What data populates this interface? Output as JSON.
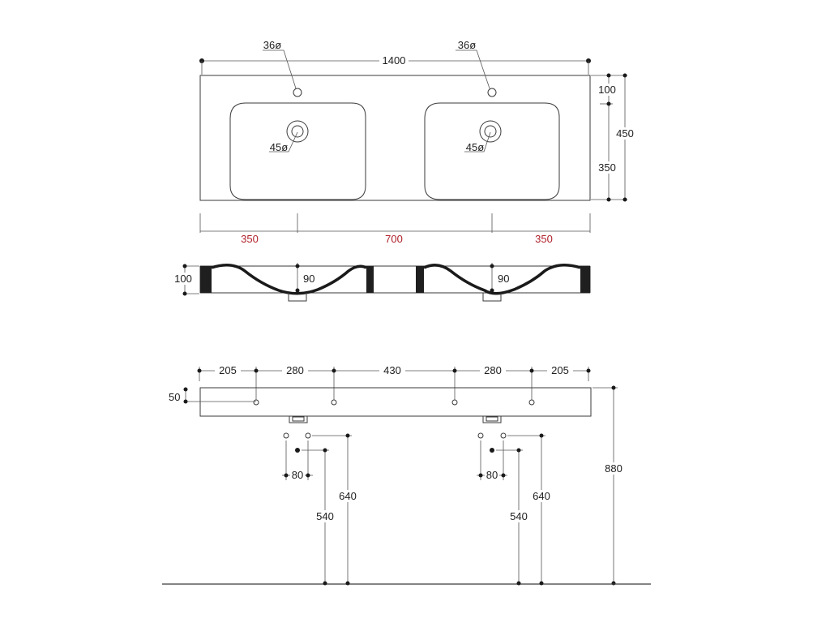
{
  "top_view": {
    "width_total": "1400",
    "tap_hole_left": "36ø",
    "tap_hole_right": "36ø",
    "drain_left": "45ø",
    "drain_right": "45ø",
    "offset_top": "100",
    "depth_total": "450",
    "bowl_depth": "350",
    "seg_left": "350",
    "seg_middle": "700",
    "seg_right": "350",
    "accent_color": "#b0202a"
  },
  "section_view": {
    "height": "100",
    "bowl_depth_left": "90",
    "bowl_depth_right": "90"
  },
  "front_view": {
    "gap_1": "205",
    "gap_2": "280",
    "gap_3": "430",
    "gap_4": "280",
    "gap_5": "205",
    "fixing_height": "50",
    "total_height": "880",
    "left_pipe_spacing": "80",
    "left_drain_height": "540",
    "left_supply_height": "640",
    "right_pipe_spacing": "80",
    "right_drain_height": "540",
    "right_supply_height": "640"
  }
}
